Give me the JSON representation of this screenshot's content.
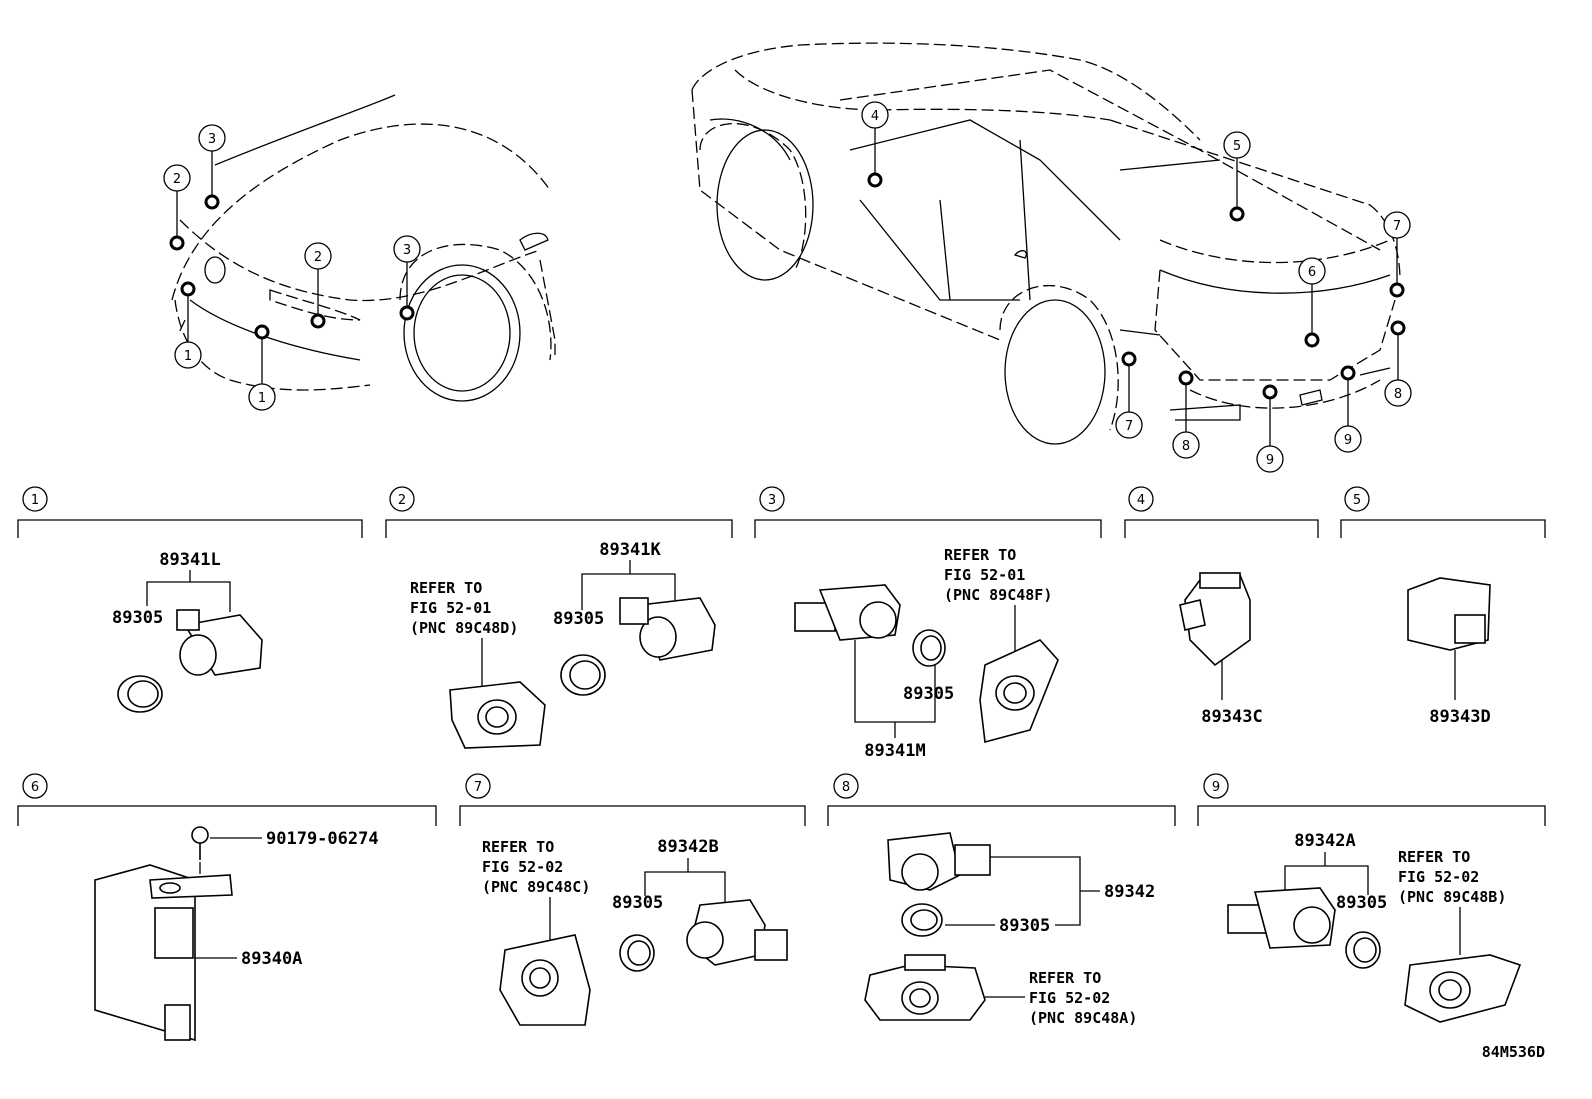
{
  "diagram_code": "84M536D",
  "front_view_callouts": [
    "1",
    "1",
    "2",
    "2",
    "3",
    "3"
  ],
  "rear_view_callouts": [
    "4",
    "5",
    "6",
    "7",
    "7",
    "8",
    "8",
    "9",
    "9"
  ],
  "sections": [
    {
      "num": "1",
      "parts": [
        "89341L",
        "89305"
      ],
      "refer": null
    },
    {
      "num": "2",
      "parts": [
        "89341K",
        "89305"
      ],
      "refer": [
        "REFER TO",
        "FIG 52-01",
        "(PNC 89C48D)"
      ]
    },
    {
      "num": "3",
      "parts": [
        "89305",
        "89341M"
      ],
      "refer": [
        "REFER TO",
        "FIG 52-01",
        "(PNC 89C48F)"
      ]
    },
    {
      "num": "4",
      "parts": [
        "89343C"
      ],
      "refer": null
    },
    {
      "num": "5",
      "parts": [
        "89343D"
      ],
      "refer": null
    },
    {
      "num": "6",
      "parts": [
        "90179-06274",
        "89340A"
      ],
      "refer": null
    },
    {
      "num": "7",
      "parts": [
        "89342B",
        "89305"
      ],
      "refer": [
        "REFER TO",
        "FIG 52-02",
        "(PNC 89C48C)"
      ]
    },
    {
      "num": "8",
      "parts": [
        "89342",
        "89305"
      ],
      "refer": [
        "REFER TO",
        "FIG 52-02",
        "(PNC 89C48A)"
      ]
    },
    {
      "num": "9",
      "parts": [
        "89342A",
        "89305"
      ],
      "refer": [
        "REFER TO",
        "FIG 52-02",
        "(PNC 89C48B)"
      ]
    }
  ]
}
